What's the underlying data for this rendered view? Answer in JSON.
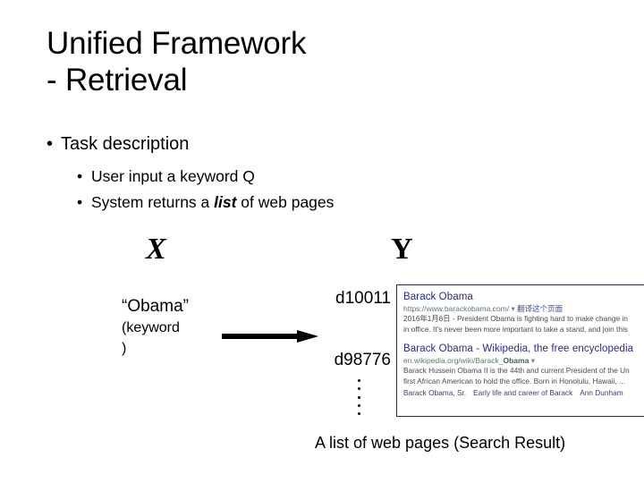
{
  "slide": {
    "title_line1": "Unified Framework",
    "title_line2": "- Retrieval"
  },
  "bullets": {
    "level1": "Task description",
    "level2": [
      {
        "pre": "User input a keyword Q",
        "emphasis": "",
        "post": ""
      },
      {
        "pre": "System returns a ",
        "emphasis": "list",
        "post": " of web pages"
      }
    ],
    "marker": "•"
  },
  "diagram": {
    "input_label": "X",
    "output_label": "Y",
    "query_term": "“Obama”",
    "query_sub_open": "(keyword",
    "query_sub_close": ")",
    "arrow_icon": "right-arrow-icon",
    "doc_ids": [
      "d10011",
      "d98776"
    ],
    "ellipsis_icon": "vertical-ellipsis-icon",
    "caption": "A list of web pages (Search Result)"
  },
  "serp": {
    "results": [
      {
        "title": "Barack Obama",
        "url": "https://www.barackobama.com/",
        "url_bold": "",
        "caret": "▾",
        "translate_label": "翻译这个页面",
        "snippet_lines": [
          "2016年1月6日 - President Obama is fighting hard to make change in",
          "in office. It's never been more important to take a stand, and join this"
        ],
        "sitelinks": []
      },
      {
        "title": "Barack Obama - Wikipedia, the free encyclopedia",
        "url": "en.wikipedia.org/wiki/Barack_",
        "url_bold": "Obama",
        "caret": "▾",
        "translate_label": "",
        "snippet_lines": [
          "Barack Hussein Obama II is the 44th and current President of the Un",
          "first African American to hold the office. Born in Honolulu, Hawaii, ..."
        ],
        "sitelinks": [
          "Barack Obama, Sr.",
          "Early life and career of Barack",
          "Ann Dunham"
        ]
      }
    ]
  },
  "colors": {
    "serp_title": "#2a2a86",
    "serp_url": "#5b7d63",
    "serp_snippet": "#4a4a55",
    "serp_border": "#2b2b3c",
    "background": "#ffffff",
    "text": "#000000"
  }
}
